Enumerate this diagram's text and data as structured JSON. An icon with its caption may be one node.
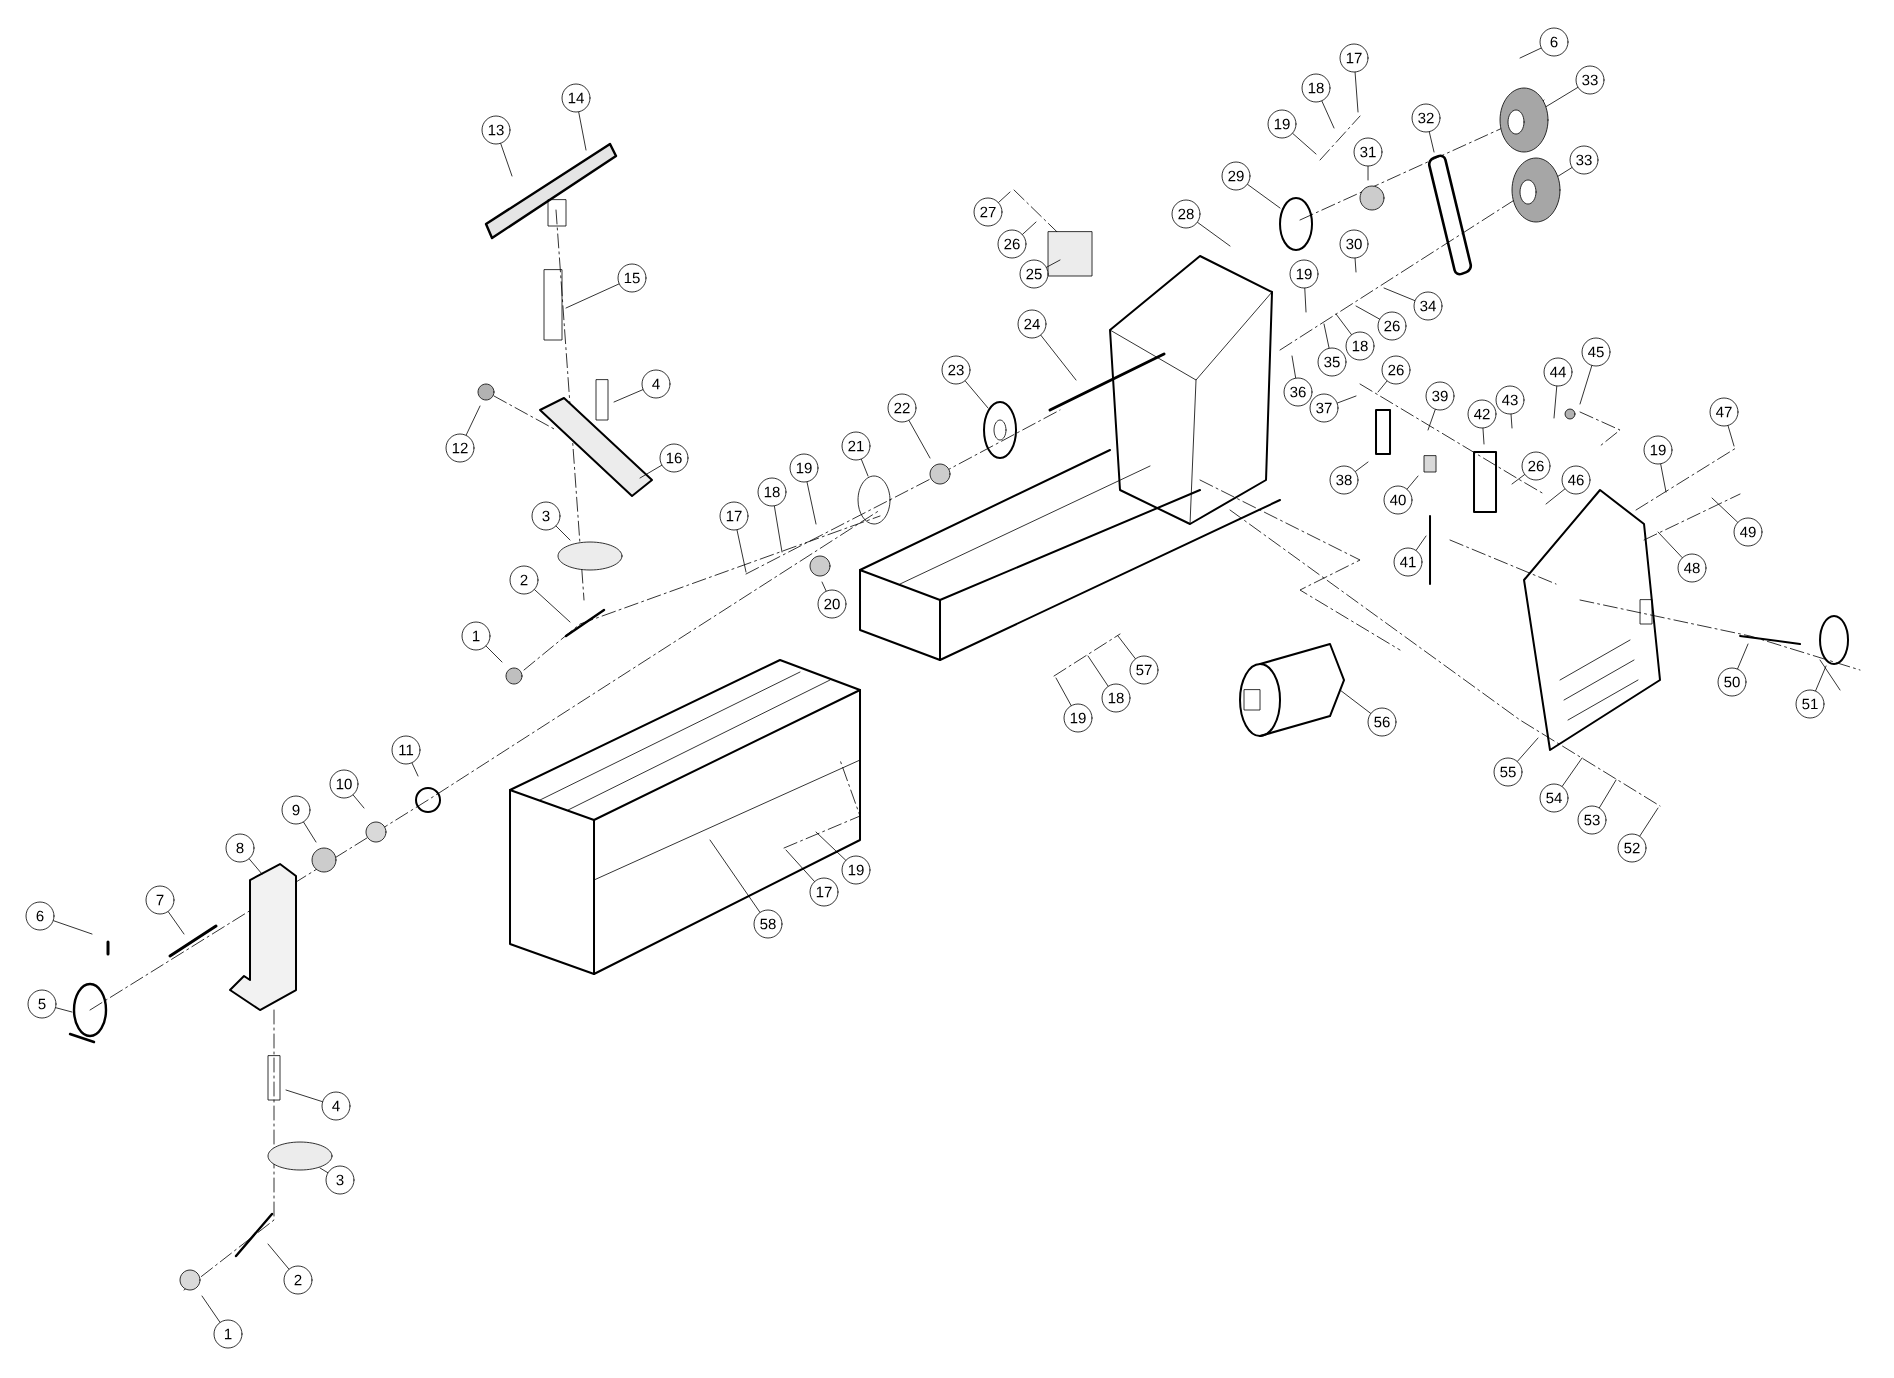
{
  "diagram": {
    "nodes": [
      {
        "text": [
          "13"
        ]
      },
      {
        "text": [
          "14"
        ]
      },
      {
        "text": [
          "6"
        ]
      },
      {
        "text": [
          "17"
        ]
      },
      {
        "text": [
          "18"
        ]
      },
      {
        "text": [
          "33"
        ]
      },
      {
        "text": [
          "32"
        ]
      },
      {
        "text": [
          "19"
        ]
      },
      {
        "text": [
          "31"
        ]
      },
      {
        "text": [
          "33"
        ]
      },
      {
        "text": [
          "29"
        ]
      },
      {
        "text": [
          "27"
        ]
      },
      {
        "text": [
          "28"
        ]
      },
      {
        "text": [
          "26"
        ]
      },
      {
        "text": [
          "30"
        ]
      },
      {
        "text": [
          "25"
        ]
      },
      {
        "text": [
          "15"
        ]
      },
      {
        "text": [
          "19"
        ]
      },
      {
        "text": [
          "34"
        ]
      },
      {
        "text": [
          "24"
        ]
      },
      {
        "text": [
          "26"
        ]
      },
      {
        "text": [
          "18"
        ]
      },
      {
        "text": [
          "35"
        ]
      },
      {
        "text": [
          "45"
        ]
      },
      {
        "text": [
          "23"
        ]
      },
      {
        "text": [
          "26"
        ]
      },
      {
        "text": [
          "44"
        ]
      },
      {
        "text": [
          "4"
        ]
      },
      {
        "text": [
          "36"
        ]
      },
      {
        "text": [
          "39"
        ]
      },
      {
        "text": [
          "43"
        ]
      },
      {
        "text": [
          "22"
        ]
      },
      {
        "text": [
          "37"
        ]
      },
      {
        "text": [
          "47"
        ]
      },
      {
        "text": [
          "42"
        ]
      },
      {
        "text": [
          "21"
        ]
      },
      {
        "text": [
          "12"
        ]
      },
      {
        "text": [
          "19"
        ]
      },
      {
        "text": [
          "16"
        ]
      },
      {
        "text": [
          "38"
        ]
      },
      {
        "text": [
          "26"
        ]
      },
      {
        "text": [
          "19"
        ]
      },
      {
        "text": [
          "46"
        ]
      },
      {
        "text": [
          "18"
        ]
      },
      {
        "text": [
          "40"
        ]
      },
      {
        "text": [
          "3"
        ]
      },
      {
        "text": [
          "17"
        ]
      },
      {
        "text": [
          "49"
        ]
      },
      {
        "text": [
          "41"
        ]
      },
      {
        "text": [
          "48"
        ]
      },
      {
        "text": [
          "2"
        ]
      },
      {
        "text": [
          "20"
        ]
      },
      {
        "text": [
          "1"
        ]
      },
      {
        "text": [
          "57"
        ]
      },
      {
        "text": [
          "50"
        ]
      },
      {
        "text": [
          "18"
        ]
      },
      {
        "text": [
          "51"
        ]
      },
      {
        "text": [
          "19"
        ]
      },
      {
        "text": [
          "56"
        ]
      },
      {
        "text": [
          "11"
        ]
      },
      {
        "text": [
          "55"
        ]
      },
      {
        "text": [
          "10"
        ]
      },
      {
        "text": [
          "54"
        ]
      },
      {
        "text": [
          "9"
        ]
      },
      {
        "text": [
          "53"
        ]
      },
      {
        "text": [
          "8"
        ]
      },
      {
        "text": [
          "52"
        ]
      },
      {
        "text": [
          "19"
        ]
      },
      {
        "text": [
          "17"
        ]
      },
      {
        "text": [
          "7"
        ]
      },
      {
        "text": [
          "6"
        ]
      },
      {
        "text": [
          "58"
        ]
      },
      {
        "text": [
          "5"
        ]
      },
      {
        "text": [
          "4"
        ]
      },
      {
        "text": [
          "3"
        ]
      },
      {
        "text": [
          "2"
        ]
      },
      {
        "text": [
          "1"
        ]
      },
      {
        "text": [],
        "shape": "picture"
      },
      {
        "text": [],
        "shape": "picture"
      }
    ],
    "edges": [
      {
        "from": 0,
        "to": null,
        "arrow": "none"
      },
      {
        "from": 1,
        "to": null,
        "arrow": "none"
      },
      {
        "from": 2,
        "to": null,
        "arrow": "none"
      },
      {
        "from": 3,
        "to": null,
        "arrow": "none"
      },
      {
        "from": 4,
        "to": null,
        "arrow": "none"
      },
      {
        "from": 5,
        "to": 77,
        "arrow": "none"
      },
      {
        "from": 6,
        "to": null,
        "arrow": "none"
      },
      {
        "from": 7,
        "to": null,
        "arrow": "none"
      },
      {
        "from": 8,
        "to": null,
        "arrow": "none"
      },
      {
        "from": 9,
        "to": 78,
        "arrow": "none"
      },
      {
        "from": 10,
        "to": null,
        "arrow": "none"
      },
      {
        "from": 11,
        "to": null,
        "arrow": "none"
      },
      {
        "from": 12,
        "to": null,
        "arrow": "none"
      },
      {
        "from": 13,
        "to": null,
        "arrow": "none"
      },
      {
        "from": 14,
        "to": null,
        "arrow": "none"
      },
      {
        "from": 15,
        "to": null,
        "arrow": "none"
      },
      {
        "from": 16,
        "to": null,
        "arrow": "none"
      },
      {
        "from": 17,
        "to": null,
        "arrow": "none"
      },
      {
        "from": 18,
        "to": null,
        "arrow": "none"
      },
      {
        "from": 19,
        "to": null,
        "arrow": "none"
      },
      {
        "from": 20,
        "to": null,
        "arrow": "none"
      },
      {
        "from": 21,
        "to": null,
        "arrow": "none"
      },
      {
        "from": 22,
        "to": null,
        "arrow": "none"
      },
      {
        "from": 23,
        "to": null,
        "arrow": "none"
      },
      {
        "from": 24,
        "to": null,
        "arrow": "none"
      },
      {
        "from": 25,
        "to": null,
        "arrow": "none"
      },
      {
        "from": 26,
        "to": null,
        "arrow": "none"
      },
      {
        "from": 27,
        "to": null,
        "arrow": "none"
      },
      {
        "from": 28,
        "to": null,
        "arrow": "none"
      },
      {
        "from": 29,
        "to": null,
        "arrow": "none"
      },
      {
        "from": 30,
        "to": null,
        "arrow": "none"
      },
      {
        "from": 31,
        "to": null,
        "arrow": "none"
      },
      {
        "from": 32,
        "to": null,
        "arrow": "none"
      },
      {
        "from": 33,
        "to": null,
        "arrow": "none"
      },
      {
        "from": 34,
        "to": null,
        "arrow": "none"
      },
      {
        "from": 35,
        "to": null,
        "arrow": "none"
      },
      {
        "from": 36,
        "to": null,
        "arrow": "none"
      },
      {
        "from": 37,
        "to": null,
        "arrow": "none"
      },
      {
        "from": 38,
        "to": null,
        "arrow": "none"
      },
      {
        "from": 39,
        "to": null,
        "arrow": "none"
      },
      {
        "from": 40,
        "to": null,
        "arrow": "none"
      },
      {
        "from": 41,
        "to": null,
        "arrow": "none"
      },
      {
        "from": 42,
        "to": null,
        "arrow": "none"
      },
      {
        "from": 43,
        "to": null,
        "arrow": "none"
      },
      {
        "from": 44,
        "to": null,
        "arrow": "none"
      },
      {
        "from": 45,
        "to": null,
        "arrow": "none"
      },
      {
        "from": 46,
        "to": null,
        "arrow": "none"
      },
      {
        "from": 47,
        "to": null,
        "arrow": "none"
      },
      {
        "from": 48,
        "to": null,
        "arrow": "none"
      },
      {
        "from": 49,
        "to": null,
        "arrow": "none"
      },
      {
        "from": 50,
        "to": null,
        "arrow": "none"
      },
      {
        "from": 51,
        "to": null,
        "arrow": "none"
      },
      {
        "from": 52,
        "to": null,
        "arrow": "none"
      },
      {
        "from": 53,
        "to": null,
        "arrow": "none"
      },
      {
        "from": 54,
        "to": null,
        "arrow": "none"
      },
      {
        "from": 55,
        "to": null,
        "arrow": "none"
      },
      {
        "from": 56,
        "to": null,
        "arrow": "none"
      },
      {
        "from": 57,
        "to": null,
        "arrow": "none"
      },
      {
        "from": 58,
        "to": null,
        "arrow": "none"
      },
      {
        "from": 59,
        "to": null,
        "arrow": "none"
      },
      {
        "from": 60,
        "to": null,
        "arrow": "none"
      },
      {
        "from": 61,
        "to": null,
        "arrow": "none"
      },
      {
        "from": 62,
        "to": null,
        "arrow": "none"
      },
      {
        "from": 63,
        "to": null,
        "arrow": "none"
      },
      {
        "from": 64,
        "to": null,
        "arrow": "none"
      },
      {
        "from": 65,
        "to": null,
        "arrow": "none"
      },
      {
        "from": 66,
        "to": null,
        "arrow": "none"
      },
      {
        "from": 67,
        "to": null,
        "arrow": "none"
      },
      {
        "from": 68,
        "to": null,
        "arrow": "none"
      },
      {
        "from": 69,
        "to": null,
        "arrow": "none"
      },
      {
        "from": 70,
        "to": null,
        "arrow": "none"
      },
      {
        "from": 71,
        "to": null,
        "arrow": "none"
      },
      {
        "from": 72,
        "to": null,
        "arrow": "none"
      },
      {
        "from": 73,
        "to": null,
        "arrow": "none"
      },
      {
        "from": 74,
        "to": null,
        "arrow": "none"
      },
      {
        "from": 75,
        "to": null,
        "arrow": "none"
      },
      {
        "from": 76,
        "to": null,
        "arrow": "none"
      }
    ]
  }
}
